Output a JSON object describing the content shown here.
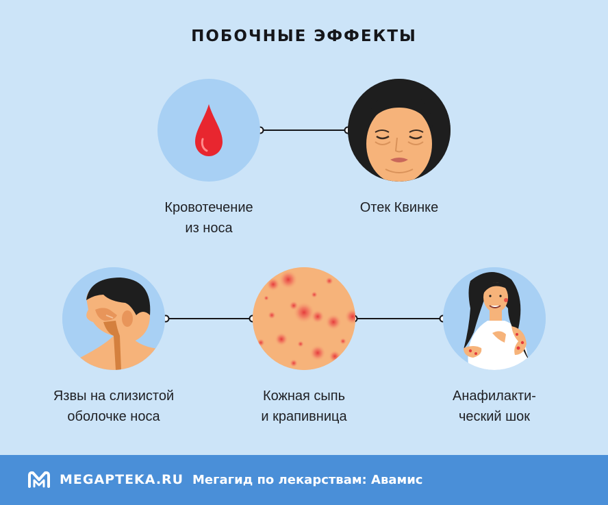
{
  "title": "ПОБОЧНЫЕ ЭФФЕКТЫ",
  "effects": [
    {
      "line1": "Кровотечение",
      "line2": "из носа",
      "icon": "blood-drop-icon"
    },
    {
      "line1": "Отек Квинке",
      "line2": "",
      "icon": "swollen-face-icon"
    },
    {
      "line1": "Язвы на слизистой",
      "line2": "оболочке носа",
      "icon": "nasal-anatomy-icon"
    },
    {
      "line1": "Кожная сыпь",
      "line2": "и крапивница",
      "icon": "skin-rash-icon"
    },
    {
      "line1": "Анафилакти-",
      "line2": "ческий шок",
      "icon": "anaphylaxis-woman-icon"
    }
  ],
  "footer": {
    "site": "MEGAPTEKA.RU",
    "tagline": "Мегагид по лекарствам: Авамис"
  },
  "colors": {
    "background": "#cce4f8",
    "circle": "#a8d0f4",
    "footer": "#4a8fd8",
    "blood": "#e8262f",
    "skin": "#f6b37a",
    "rash": "#e53b3b"
  }
}
